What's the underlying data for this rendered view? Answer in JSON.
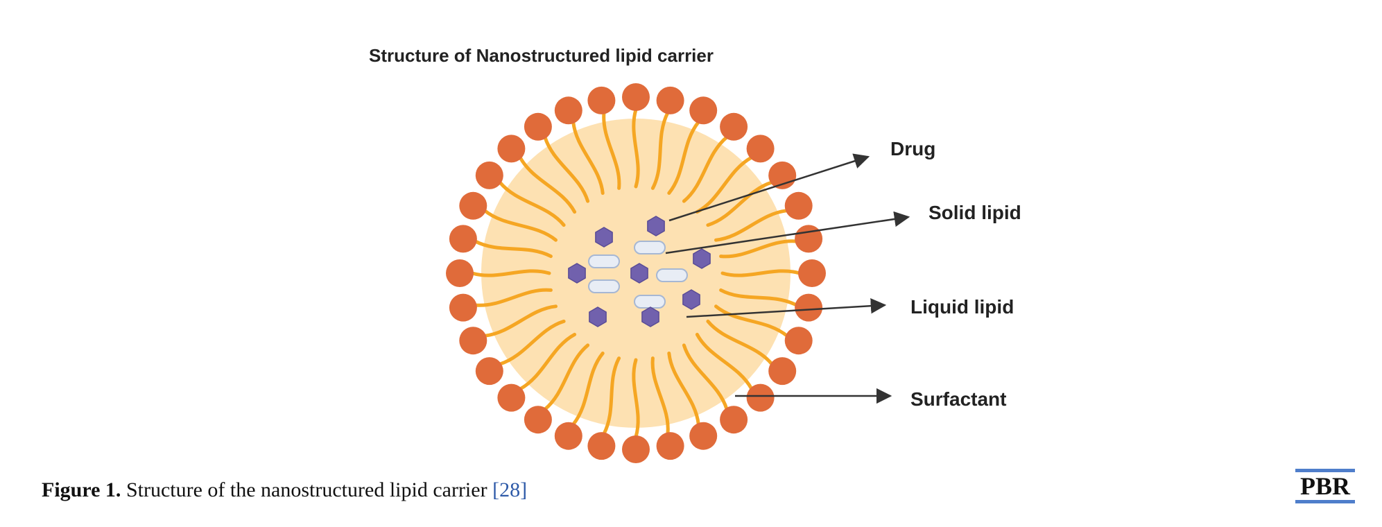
{
  "diagram": {
    "title": "Structure of Nanostructured lipid carrier",
    "labels": {
      "drug": "Drug",
      "solid_lipid": "Solid lipid",
      "liquid_lipid": "Liquid lipid",
      "surfactant": "Surfactant"
    },
    "colors": {
      "surfactant_head": "#e06b3a",
      "surfactant_tail": "#f5a623",
      "core_fill": "#fde1b2",
      "drug": "#7161ad",
      "solid_lipid": "#e8edf5",
      "arrow": "#333333"
    }
  },
  "caption": {
    "label": "Figure 1.",
    "text": "Structure of the nanostructured lipid carrier",
    "reference": "[28]"
  },
  "logo": {
    "text": "PBR"
  }
}
